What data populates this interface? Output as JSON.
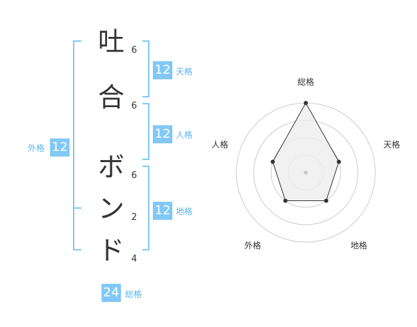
{
  "name": {
    "characters": [
      {
        "char": "吐",
        "strokes": "6"
      },
      {
        "char": "合",
        "strokes": "6"
      },
      {
        "char": "ボ",
        "strokes": "6"
      },
      {
        "char": "ン",
        "strokes": "2"
      },
      {
        "char": "ド",
        "strokes": "4"
      }
    ]
  },
  "fortunes": {
    "tenkaku": {
      "label": "天格",
      "value": "12"
    },
    "jinkaku": {
      "label": "人格",
      "value": "12"
    },
    "chikaku": {
      "label": "地格",
      "value": "12"
    },
    "gaikaku": {
      "label": "外格",
      "value": "12"
    },
    "soukaku": {
      "label": "総格",
      "value": "24"
    }
  },
  "radar": {
    "axes": [
      "総格",
      "天格",
      "地格",
      "外格",
      "人格"
    ],
    "values": [
      24,
      12,
      12,
      12,
      12
    ],
    "max": 24,
    "rings": 4,
    "colors": {
      "fill": "#eeeeee",
      "stroke": "#333333",
      "grid": "#cccccc",
      "point": "#333333",
      "center": "#cccccc"
    }
  },
  "colors": {
    "accent": "#81c8f7",
    "label": "#5bb4ea",
    "text": "#333333"
  }
}
